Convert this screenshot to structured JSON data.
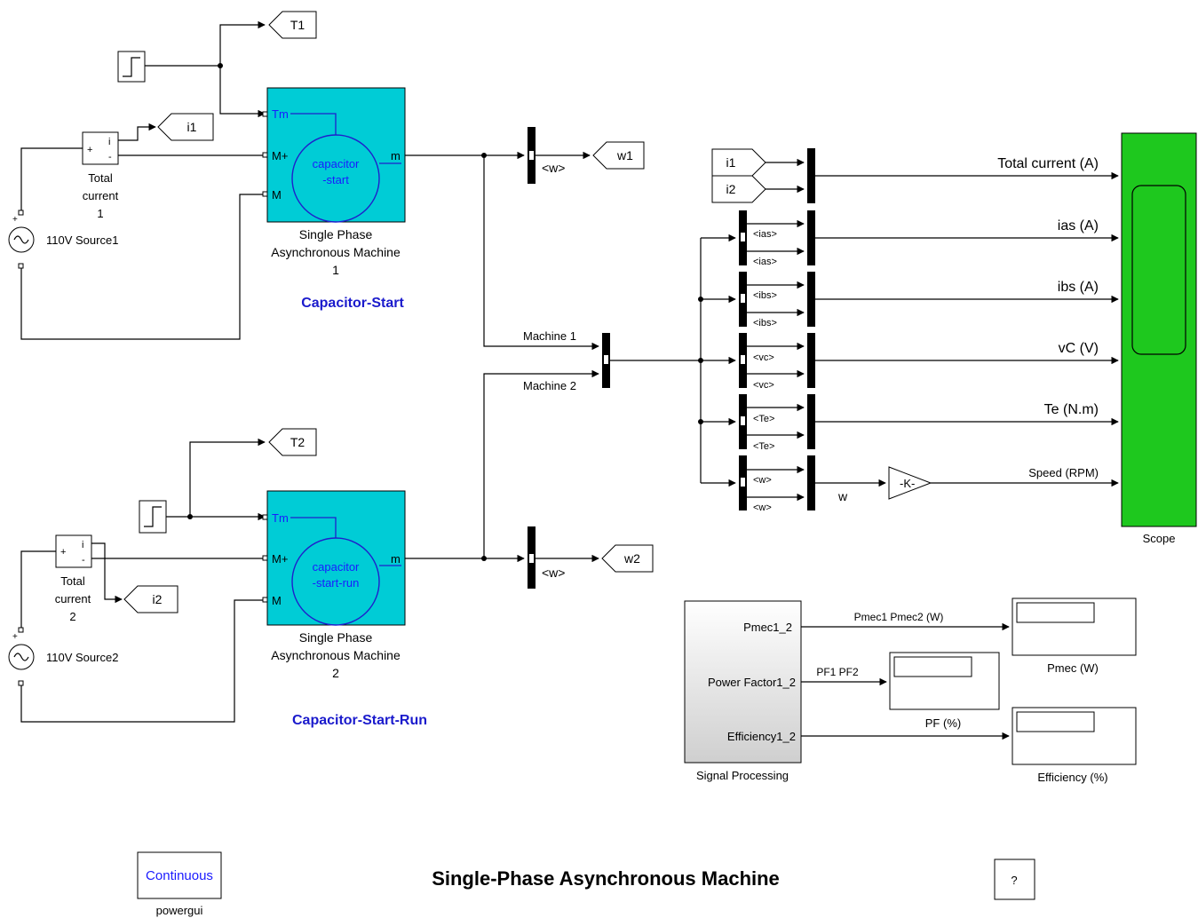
{
  "title": "Single-Phase Asynchronous Machine",
  "help_label": "?",
  "powergui": {
    "value": "Continuous",
    "name": "powergui"
  },
  "machine1": {
    "icon_line1": "capacitor",
    "icon_line2": "-start",
    "port_tm": "Tm",
    "port_mplus": "M+",
    "port_m": "M",
    "port_out": "m",
    "name_line1": "Single Phase",
    "name_line2": "Asynchronous Machine",
    "name_line3": "1",
    "caption": "Capacitor-Start"
  },
  "machine2": {
    "icon_line1": "capacitor",
    "icon_line2": "-start-run",
    "port_tm": "Tm",
    "port_mplus": "M+",
    "port_m": "M",
    "port_out": "m",
    "name_line1": "Single Phase",
    "name_line2": "Asynchronous Machine",
    "name_line3": "2",
    "caption": "Capacitor-Start-Run"
  },
  "current_meter1": {
    "plus": "+",
    "minus": "-",
    "i": "i",
    "name_line1": "Total",
    "name_line2": "current",
    "name_line3": "1"
  },
  "current_meter2": {
    "plus": "+",
    "minus": "-",
    "i": "i",
    "name_line1": "Total",
    "name_line2": "current",
    "name_line3": "2"
  },
  "source1": {
    "name": "110V Source1",
    "plus": "+"
  },
  "source2": {
    "name": "110V Source2",
    "plus": "+"
  },
  "goto_tags": {
    "t1": "T1",
    "i1": "i1",
    "w1": "w1",
    "t2": "T2",
    "i2": "i2",
    "w2": "w2"
  },
  "from_tags": {
    "i1": "i1",
    "i2": "i2"
  },
  "selector_label": "<w>",
  "bus_labels": {
    "machine1": "Machine 1",
    "machine2": "Machine 2"
  },
  "demux_outputs": {
    "ias": "<ias>",
    "ibs": "<ibs>",
    "vc": "<vc>",
    "te": "<Te>",
    "w": "<w>"
  },
  "signals": {
    "total_current": "Total current (A)",
    "ias": "ias (A)",
    "ibs": "ibs (A)",
    "vc": "vC (V)",
    "te": "Te (N.m)",
    "speed": "Speed (RPM)",
    "w": "w"
  },
  "gain_label": "-K-",
  "scope_name": "Scope",
  "signal_processing": {
    "name": "Signal Processing",
    "out1": "Pmec1_2",
    "out2": "Power Factor1_2",
    "out3": "Efficiency1_2",
    "sig1": "Pmec1 Pmec2 (W)",
    "sig2": "PF1 PF2"
  },
  "displays": {
    "pmec": "Pmec (W)",
    "pf": "PF (%)",
    "eff": "Efficiency (%)"
  },
  "colors": {
    "machine_fill": "#00ccd6",
    "scope_fill": "#1ec81e",
    "port_text": "#1a1aff"
  }
}
